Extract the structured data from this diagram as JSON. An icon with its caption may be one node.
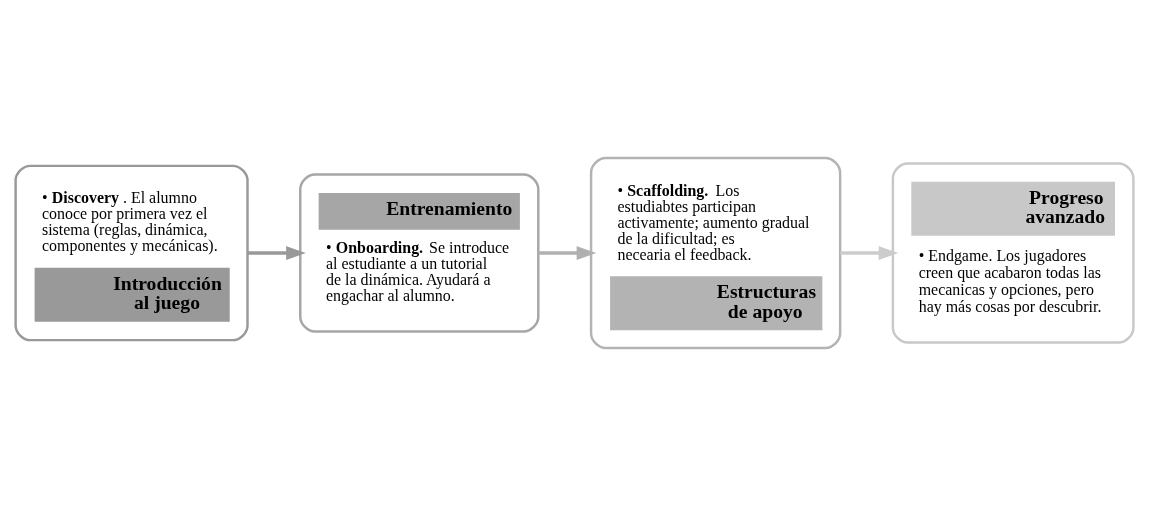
{
  "diagram": {
    "nodes": [
      {
        "text": [
          "• **Discovery**. El alumno conoce por primera vez el sistema (reglas, dinámica, componentes y mecánicas).",
          "Introducción al juego"
        ]
      },
      {
        "text": [
          "Entrenamiento",
          "• **Onboarding.** Se introduce al estudiante a un tutorial de la dinámica. Ayudará a engachar al alumno."
        ]
      },
      {
        "text": [
          "• **Scaffolding.** Los estudiabtes participan activamente; aumento gradual de la dificultad; es necearia el feedback.",
          "Estructuras de apoyo"
        ]
      },
      {
        "text": [
          "Progreso avanzado",
          "• Endgame. Los jugadores creen que acabaron todas las mecanicas y opciones, pero hay más cosas por descubrir."
        ]
      }
    ],
    "edges": [
      {
        "from": 0,
        "to": 1,
        "arrow": "to",
        "color": "#999999"
      },
      {
        "from": 1,
        "to": 2,
        "arrow": "to",
        "color": "#b0b0b0"
      },
      {
        "from": 2,
        "to": 3,
        "arrow": "to",
        "color": "#cccccc"
      }
    ]
  }
}
